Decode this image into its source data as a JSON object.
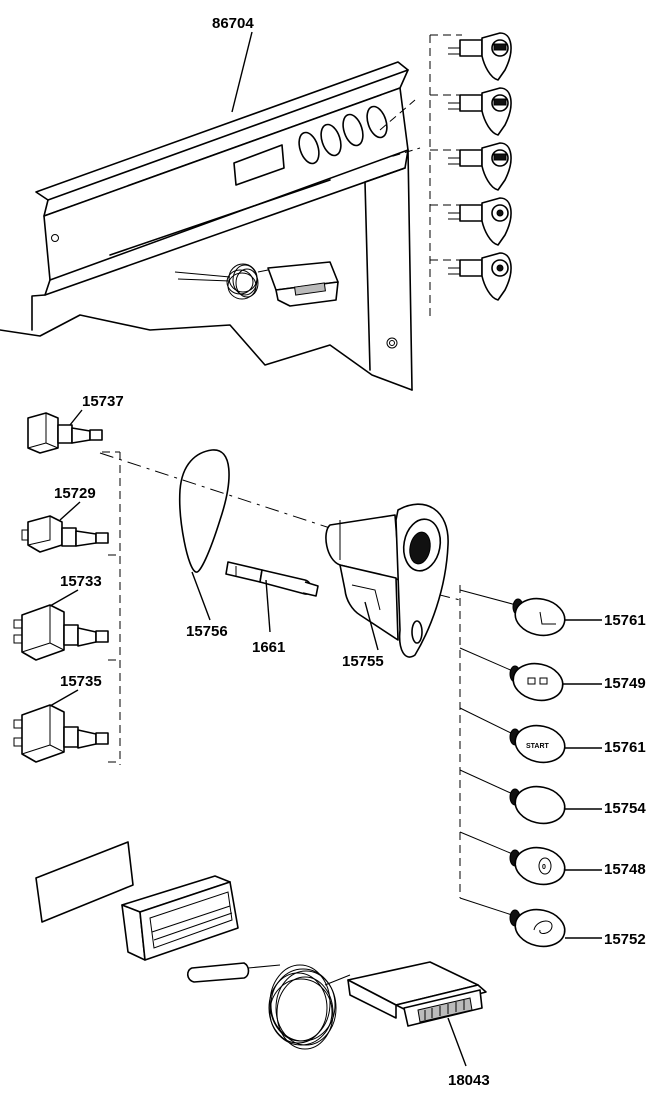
{
  "labels": {
    "panel": "86704",
    "switch_a": "15737",
    "switch_b": "15729",
    "switch_c": "15733",
    "switch_d": "15735",
    "gasket": "15756",
    "lamp": "1661",
    "holder": "15755",
    "button_1": "15761",
    "button_2": "15749",
    "button_3": "15761",
    "button_4": "15754",
    "button_5": "15748",
    "button_6": "15752",
    "thermometer": "18043"
  },
  "button_marks": {
    "start": "START",
    "zero": "0"
  }
}
